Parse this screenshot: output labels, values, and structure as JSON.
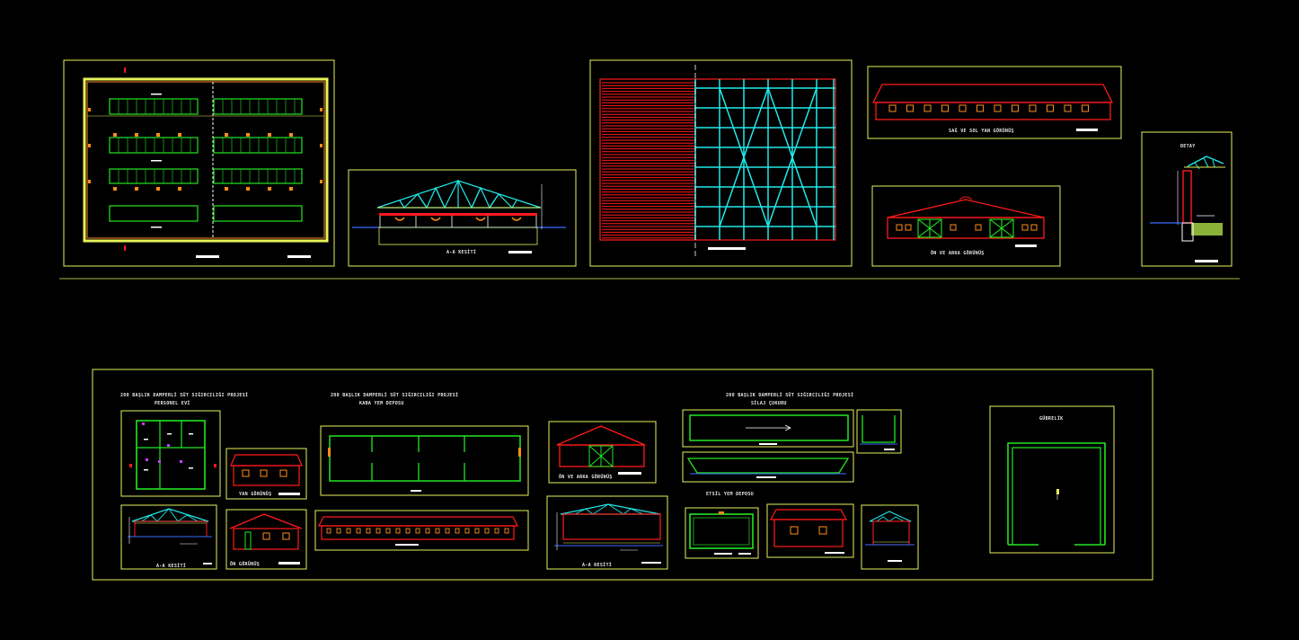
{
  "labels": {
    "elev_side": "SAĞ VE SOL YAN GÖRÜNÜŞ",
    "elev_front": "ÖN VE ARKA GÖRÜNÜŞ",
    "section_aa": "A-A KESİTİ",
    "detail": "DETAY",
    "proj_1_title": "200 BAŞLIK DAMPERLİ SÜT SIĞIRCILIĞI PROJESİ",
    "proj_1_sub": "PERSONEL EVİ",
    "proj_2_title": "200 BAŞLIK DAMPERLİ SÜT SIĞIRCILIĞI PROJESİ",
    "proj_2_sub": "KABA YEM DEPOSU",
    "proj_3_title": "200 BAŞLIK DAMPERLİ SÜT SIĞIRCILIĞI PROJESİ",
    "proj_3_sub": "SİLAJ ÇUKURU",
    "yan_gorunus": "YAN GÖRÜNÜŞ",
    "on_gorunus": "ÖN GÖRÜNÜŞ",
    "on_arka_gorunus": "ÖN VE ARKA GÖRÜNÜŞ",
    "a_a_kesiti_1": "A-A KESİTİ",
    "a_a_kesiti_2": "A-A KESİTİ",
    "etsil_yem": "ETSİL YEM DEPOSU",
    "gubrelik": "GÜBRELİK"
  },
  "colors": {
    "frame": "#e6f25a",
    "wall": "#ff1a1a",
    "green": "#22e622",
    "cyan": "#22e8e8",
    "orange": "#ff8c1a",
    "white": "#ffffff"
  }
}
